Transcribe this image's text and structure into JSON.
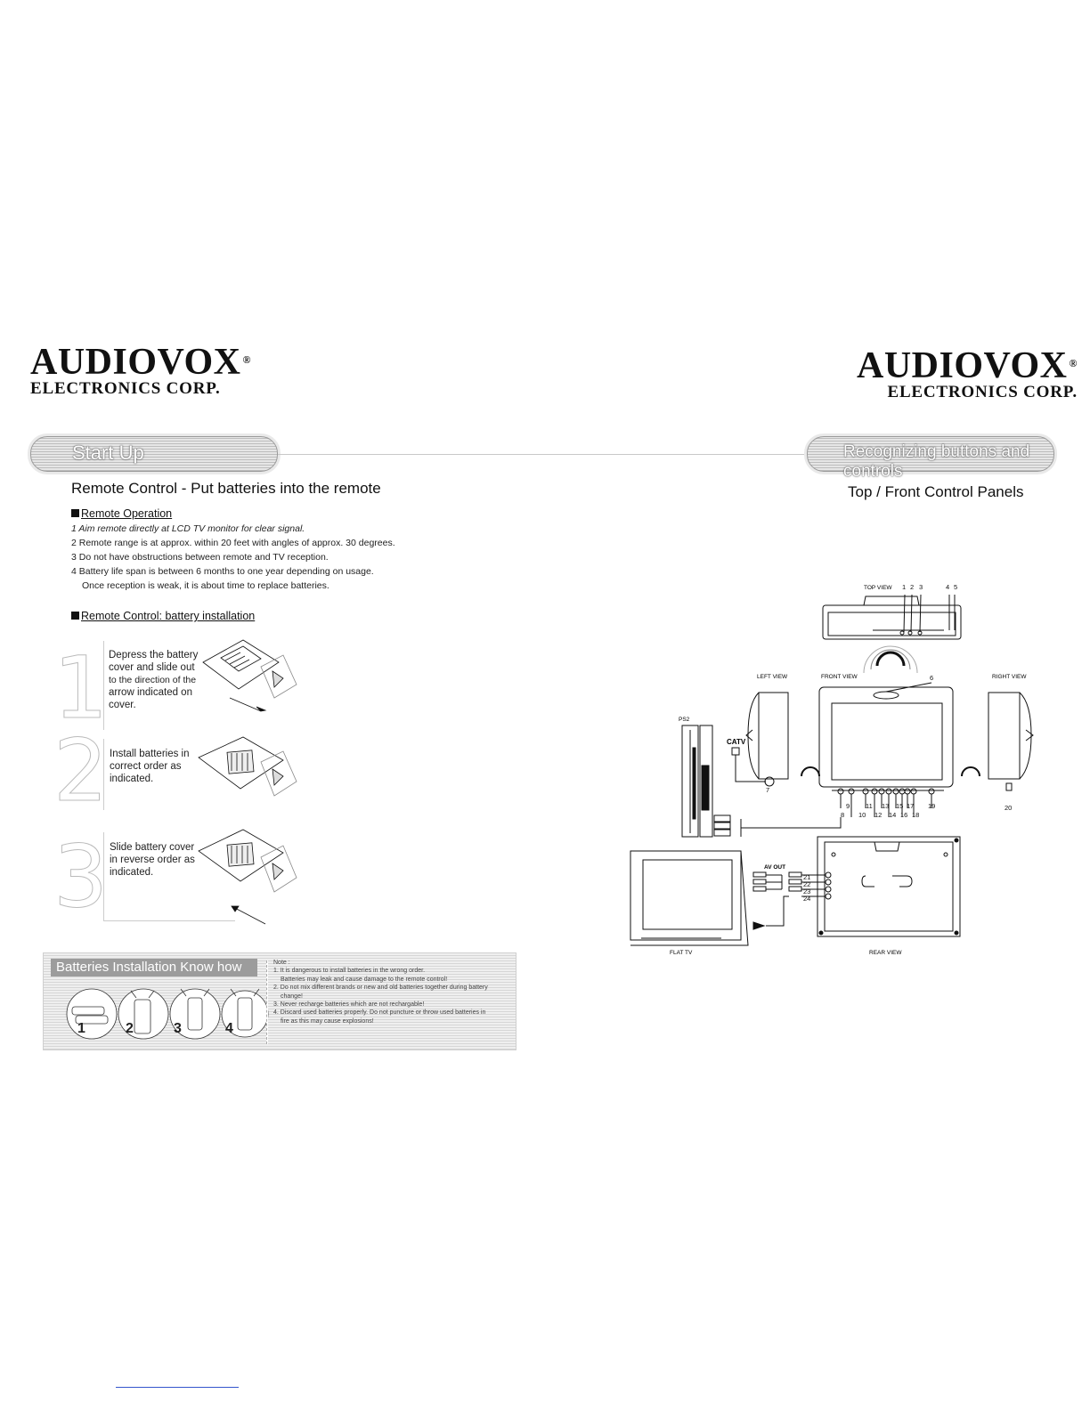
{
  "left_page": {
    "logo": {
      "brand": "AUDIOVOX",
      "registered": "®",
      "sub": "ELECTRONICS CORP."
    },
    "header_pill": "Start Up",
    "heading": "Remote Control - Put batteries into the remote",
    "operation": {
      "title": "Remote Operation",
      "items": [
        "1 Aim remote directly at LCD TV monitor for clear signal.",
        "2 Remote range is at approx. within 20 feet with angles of approx. 30 degrees.",
        "3 Do not have obstructions between remote and TV reception.",
        "4 Battery life span is between 6 months to one year depending on usage.",
        "   Once reception is weak, it is about time to replace batteries."
      ]
    },
    "installation": {
      "title": "Remote Control: battery installation",
      "steps": [
        {
          "num": "1",
          "text": [
            "Depress the battery",
            "cover and slide out",
            "to the direction of the",
            "arrow indicated on",
            "cover."
          ]
        },
        {
          "num": "2",
          "text": [
            "Install batteries in",
            "correct order as",
            "indicated."
          ]
        },
        {
          "num": "3",
          "text": [
            "Slide battery cover",
            "in reverse order as",
            "indicated."
          ]
        }
      ]
    },
    "know_how": {
      "title": "Batteries Installation Know how",
      "icons": [
        "1",
        "2",
        "3",
        "4"
      ],
      "notes": [
        "Note :",
        "1. It is dangerous to install batteries in the wrong order.",
        "   Batteries may leak and cause damage to the remote control!",
        "2. Do not mix different brands or new and old batteries together during battery",
        "   change!",
        "3. Never recharge batteries which are not rechargable!",
        "4. Discard used batteries properly. Do not puncture or throw used batteries in",
        "   fire as this may cause explosions!"
      ]
    }
  },
  "right_page": {
    "logo": {
      "brand": "AUDIOVOX",
      "registered": "®",
      "sub": "ELECTRONICS CORP."
    },
    "header_pill": "Recognizing buttons and controls",
    "heading": "Top / Front Control Panels",
    "diagram": {
      "labels": {
        "top_view": "TOP VIEW",
        "left_view": "LEFT VIEW",
        "front_view": "FRONT VIEW",
        "right_view": "RIGHT VIEW",
        "ps2": "PS2",
        "catv": "CATV",
        "av_out": "AV OUT",
        "flat_tv": "FLAT TV",
        "rear_view": "REAR VIEW"
      },
      "top_numbers": [
        "1",
        "2",
        "3",
        "4",
        "5"
      ],
      "front_numbers_upper": [
        "9",
        "11",
        "13",
        "15",
        "17",
        "19"
      ],
      "front_numbers_lower": [
        "8",
        "10",
        "12",
        "14",
        "16",
        "18"
      ],
      "n6": "6",
      "n7": "7",
      "n20": "20",
      "rear_numbers": [
        "21",
        "22",
        "23",
        "24"
      ]
    }
  }
}
